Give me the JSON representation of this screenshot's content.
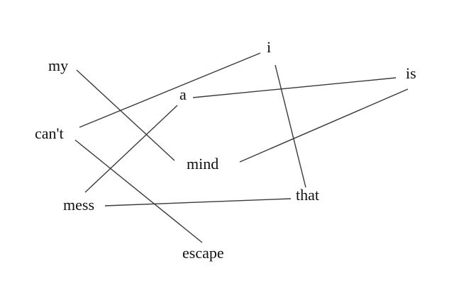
{
  "diagram": {
    "words": {
      "my": "my",
      "i": "i",
      "is": "is",
      "a": "a",
      "cant": "can't",
      "mind": "mind",
      "mess": "mess",
      "that": "that",
      "escape": "escape"
    },
    "connections": [
      [
        "my",
        "mind"
      ],
      [
        "cant",
        "i"
      ],
      [
        "a",
        "is"
      ],
      [
        "mind",
        "is"
      ],
      [
        "a",
        "mess"
      ],
      [
        "i",
        "that"
      ],
      [
        "mess",
        "that"
      ],
      [
        "cant",
        "escape"
      ]
    ]
  }
}
